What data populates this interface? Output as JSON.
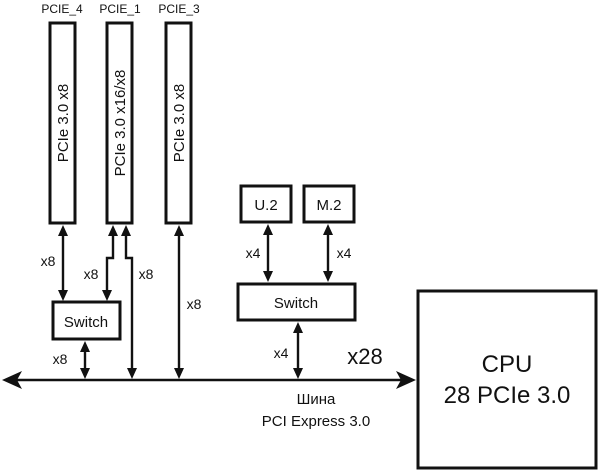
{
  "slots": [
    {
      "id": "pcie4",
      "name": "PCIE_4",
      "label": "PCIe 3.0 x8"
    },
    {
      "id": "pcie1",
      "name": "PCIE_1",
      "label": "PCIe 3.0 x16/x8"
    },
    {
      "id": "pcie3",
      "name": "PCIE_3",
      "label": "PCIe 3.0 x8"
    }
  ],
  "devices": {
    "u2": "U.2",
    "m2": "M.2"
  },
  "switches": {
    "left": "Switch",
    "right": "Switch"
  },
  "links": {
    "pcie4_switch": "x8",
    "pcie1_switch": "x8",
    "pcie1_bus": "x8",
    "pcie3_bus": "x8",
    "left_switch_bus": "x8",
    "u2_switch": "x4",
    "m2_switch": "x4",
    "right_switch_bus": "x4",
    "bus_cpu": "x28"
  },
  "bus": {
    "line1": "Шина",
    "line2": "PCI Express 3.0"
  },
  "cpu": {
    "line1": "CPU",
    "line2": "28 PCIe 3.0"
  },
  "colors": {
    "stroke": "#111111",
    "background": "#ffffff"
  }
}
